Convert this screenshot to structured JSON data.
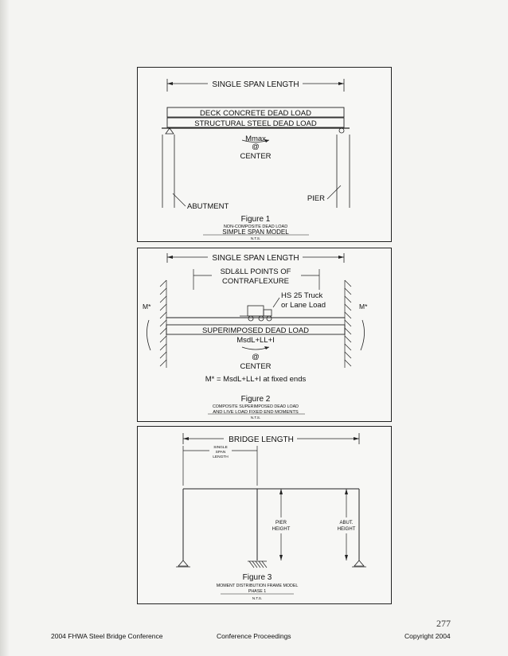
{
  "figure1": {
    "dim_label": "SINGLE SPAN LENGTH",
    "load1": "DECK CONCRETE DEAD LOAD",
    "load2": "STRUCTURAL STEEL DEAD LOAD",
    "moment": "Mmax",
    "at": "@",
    "center": "CENTER",
    "pier": "PIER",
    "abutment": "ABUTMENT",
    "title": "Figure 1",
    "sub1": "NON-COMPOSITE DEAD LOAD",
    "sub2": "SIMPLE SPAN MODEL",
    "nts": "N.T.S."
  },
  "figure2": {
    "dim_label": "SINGLE SPAN LENGTH",
    "points1": "SDL&LL POINTS OF",
    "points2": "CONTRAFLEXURE",
    "truck1": "HS 25 Truck",
    "truck2": "or Lane Load",
    "m_left": "M*",
    "m_right": "M*",
    "load": "SUPERIMPOSED DEAD LOAD",
    "moment": "MsdL+LL+I",
    "at": "@",
    "center": "CENTER",
    "equation": "M* = MsdL+LL+I at fixed ends",
    "title": "Figure 2",
    "sub1": "COMPOSITE SUPERIMPOSED DEAD LOAD",
    "sub2": "AND LIVE LOAD FIXED END MOMENTS",
    "nts": "N.T.S."
  },
  "figure3": {
    "dim_label": "BRIDGE LENGTH",
    "single1": "SINGLE",
    "single2": "SPAN",
    "single3": "LENGTH",
    "pier1": "PIER",
    "pier2": "HEIGHT",
    "abut1": "ABUT.",
    "abut2": "HEIGHT",
    "title": "Figure 3",
    "sub1": "MOMENT DISTRIBUTION FRAME MODEL",
    "sub2": "PHASE 1",
    "nts": "N.T.S."
  },
  "footer": {
    "conference": "2004 FHWA Steel Bridge Conference",
    "proceedings": "Conference Proceedings",
    "copyright": "Copyright 2004",
    "page_number": "277"
  }
}
